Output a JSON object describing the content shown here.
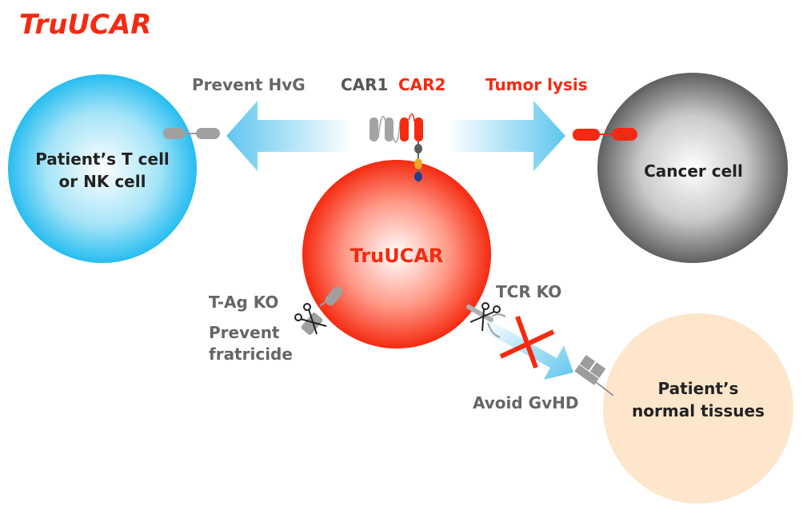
{
  "title": "TruUCAR",
  "labels": {
    "prevent_hvg": "Prevent HvG",
    "car1": "CAR1",
    "car2": "CAR2",
    "tumor_lysis": "Tumor lysis",
    "tag_ko": "T-Ag KO",
    "prevent_fratricide_1": "Prevent",
    "prevent_fratricide_2": "fratricide",
    "tcr_ko": "TCR KO",
    "avoid_gvhd": "Avoid GvHD"
  },
  "cells": {
    "patient_t_cell": {
      "line1": "Patient’s T cell",
      "line2": "or NK cell"
    },
    "truucar": {
      "label": "TruUCAR"
    },
    "cancer_cell": {
      "label": "Cancer cell"
    },
    "normal_tissues": {
      "line1": "Patient’s",
      "line2": "normal tissues"
    }
  },
  "colors": {
    "brand_red": "#f52a10",
    "text_gray": "#666666",
    "text_dark": "#222222",
    "arrow_blue": "#5fc6ee",
    "t_cell_blue": "#29bff0",
    "cancer_gray": "#5f6062",
    "tissue_peach": "#fde6cc",
    "car1_gray": "#a3a3a3",
    "cd3_orange": "#f5a623",
    "cd3_blue": "#1f3f8f"
  }
}
